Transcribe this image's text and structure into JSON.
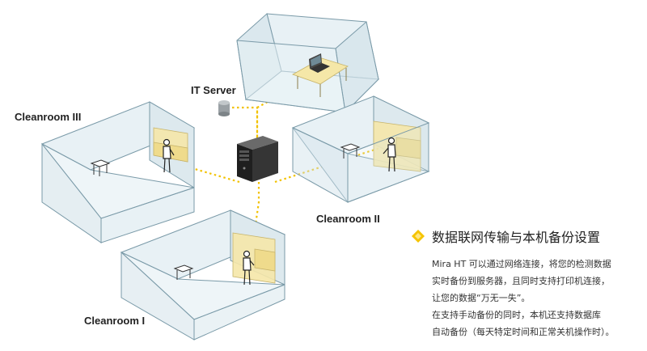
{
  "labels": {
    "cleanroom_3": "Cleanroom III",
    "it_server": "IT Server",
    "cleanroom_2": "Cleanroom II",
    "cleanroom_1": "Cleanroom I"
  },
  "info": {
    "icon": "yellow-diamond-bullet-icon",
    "heading": "数据联网传输与本机备份设置",
    "lines": [
      "Mira HT 可以通过网络连接，将您的检测数据",
      "实时备份到服务器，且同时支持打印机连接，",
      "让您的数据“万无一失”。",
      "在支持手动备份的同时，本机还支持数据库",
      "自动备份（每天特定时间和正常关机操作时）。"
    ]
  },
  "colors": {
    "room_glass": "#e3eef3",
    "room_edge": "#7a9aa8",
    "bench_yellow": "#f5e7a8",
    "network_line": "#f2c200",
    "server_dark": "#2b2b2b",
    "accent": "#f5c400"
  }
}
